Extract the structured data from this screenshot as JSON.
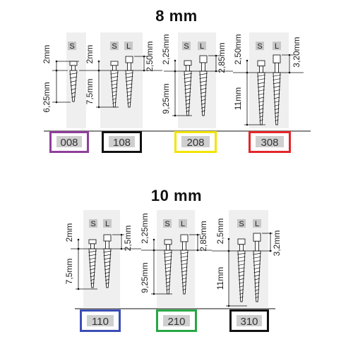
{
  "sections": [
    {
      "title": "8 mm",
      "groups": [
        {
          "code": "008",
          "color": "#8e3f99",
          "tags": [
            "S"
          ],
          "labels": [
            "2mm",
            "6,25mm"
          ]
        },
        {
          "code": "108",
          "color": "#111111",
          "tags": [
            "S",
            "L"
          ],
          "labels": [
            "2mm",
            "7,5mm",
            "2,50mm"
          ]
        },
        {
          "code": "208",
          "color": "#f2e400",
          "tags": [
            "S",
            "L"
          ],
          "labels": [
            "2,25mm",
            "9,25mm",
            "2,85mm"
          ]
        },
        {
          "code": "308",
          "color": "#e3262b",
          "tags": [
            "S",
            "L"
          ],
          "labels": [
            "2,50mm",
            "11mm",
            "3,20mm"
          ]
        }
      ]
    },
    {
      "title": "10 mm",
      "groups": [
        {
          "code": "110",
          "color": "#3b4db5",
          "tags": [
            "S",
            "L"
          ],
          "labels": [
            "2mm",
            "7,5mm",
            "2,5mm"
          ]
        },
        {
          "code": "210",
          "color": "#27a844",
          "tags": [
            "S",
            "L"
          ],
          "labels": [
            "2,25mm",
            "9,25mm",
            "2,85mm"
          ]
        },
        {
          "code": "310",
          "color": "#111111",
          "tags": [
            "S",
            "L"
          ],
          "labels": [
            "2,5mm",
            "11mm",
            "3,2mm"
          ]
        }
      ]
    }
  ]
}
